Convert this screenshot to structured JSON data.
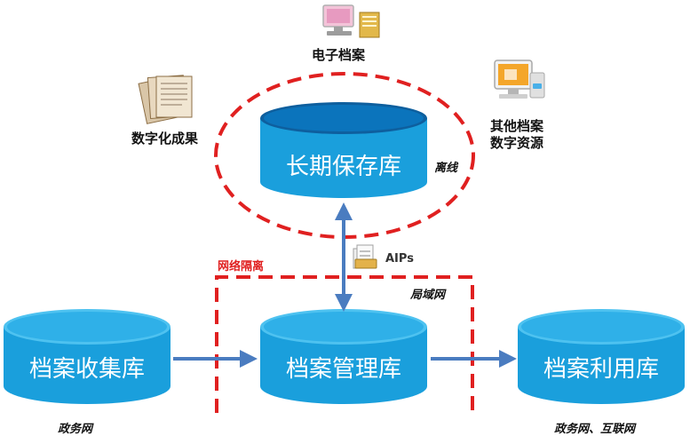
{
  "colors": {
    "db_fill": "#1a9fdc",
    "db_top": "#4ec2f0",
    "db_dark": "#0e5f9e",
    "arrow": "#4a7cc0",
    "dash_red": "#e02020"
  },
  "icons": {
    "digitized": "document-stack-icon",
    "electronic": "computer-document-icon",
    "other": "desktop-computer-icon",
    "aips": "document-package-icon"
  },
  "databases": {
    "long_term": "长期保存库",
    "collection": "档案收集库",
    "management": "档案管理库",
    "utilization": "档案利用库"
  },
  "labels": {
    "electronic_records": "电子档案",
    "digitized_results": "数字化成果",
    "other_records_line1": "其他档案",
    "other_records_line2": "数字资源",
    "offline": "离线",
    "aips": "AIPs",
    "network_isolation": "网络隔离",
    "lan": "局域网",
    "gov_network": "政务网",
    "gov_internet": "政务网、互联网"
  }
}
